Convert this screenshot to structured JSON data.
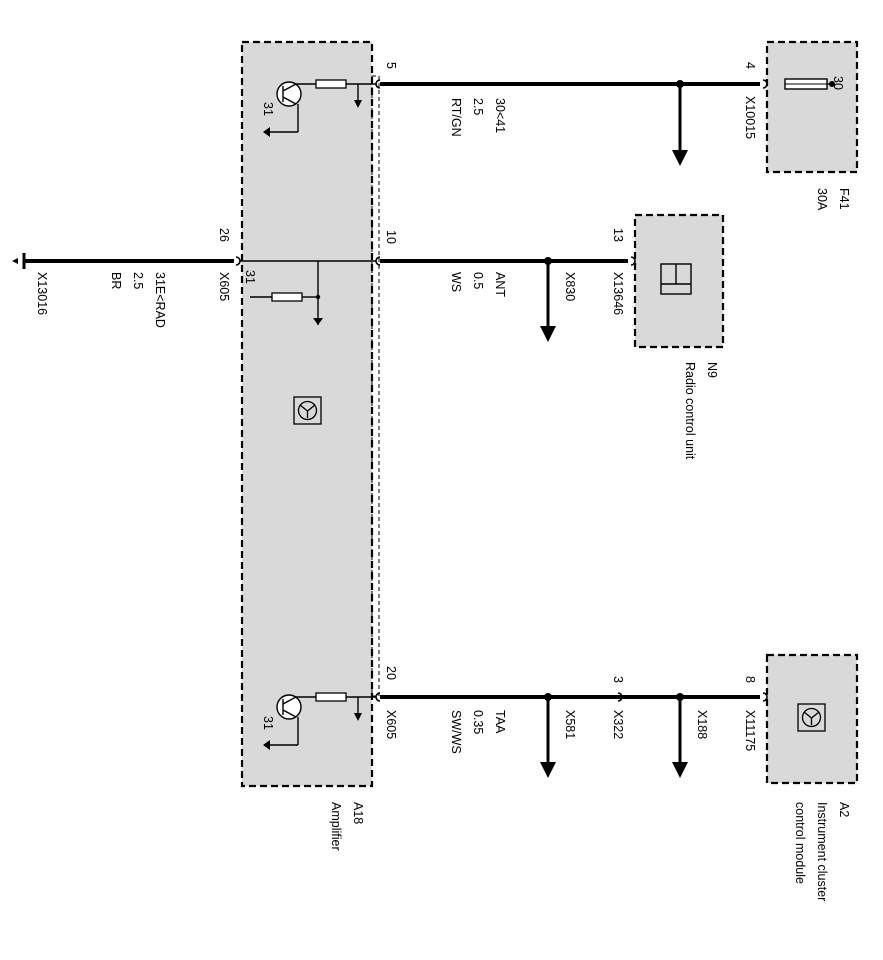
{
  "components": {
    "amplifier": {
      "ref": "A18",
      "name": "Amplifier"
    },
    "radio": {
      "ref": "N9",
      "name": "Radio control unit"
    },
    "cluster": {
      "ref": "A2",
      "name_line1": "Instrument cluster",
      "name_line2": "control module"
    },
    "fuse": {
      "ref": "F41",
      "rating": "30A",
      "pin": "30"
    }
  },
  "wires": {
    "power": {
      "pin_amp": "5",
      "pin_fuse": "4",
      "connector": "X10015",
      "circuit": "30<41",
      "size": "2.5",
      "color": "RT/GN"
    },
    "antenna": {
      "pin_amp": "10",
      "pin_radio": "13",
      "connector_radio": "X13646",
      "splice": "X830",
      "circuit": "ANT",
      "size": "0.5",
      "color": "WS"
    },
    "ground": {
      "pin_amp": "26",
      "connector_amp": "X605",
      "ground_point": "X13016",
      "circuit": "31E<RAD",
      "size": "2.5",
      "color": "BR"
    },
    "speed": {
      "pin_amp": "20",
      "connector_amp": "X605",
      "pin_mid": "3",
      "connector_mid": "X322",
      "pin_cluster": "8",
      "connector_cluster": "X11175",
      "splice1": "X581",
      "splice2": "X188",
      "circuit": "TAA",
      "size": "0.35",
      "color": "SW/WS"
    }
  },
  "internal": {
    "ground_label": "31"
  }
}
